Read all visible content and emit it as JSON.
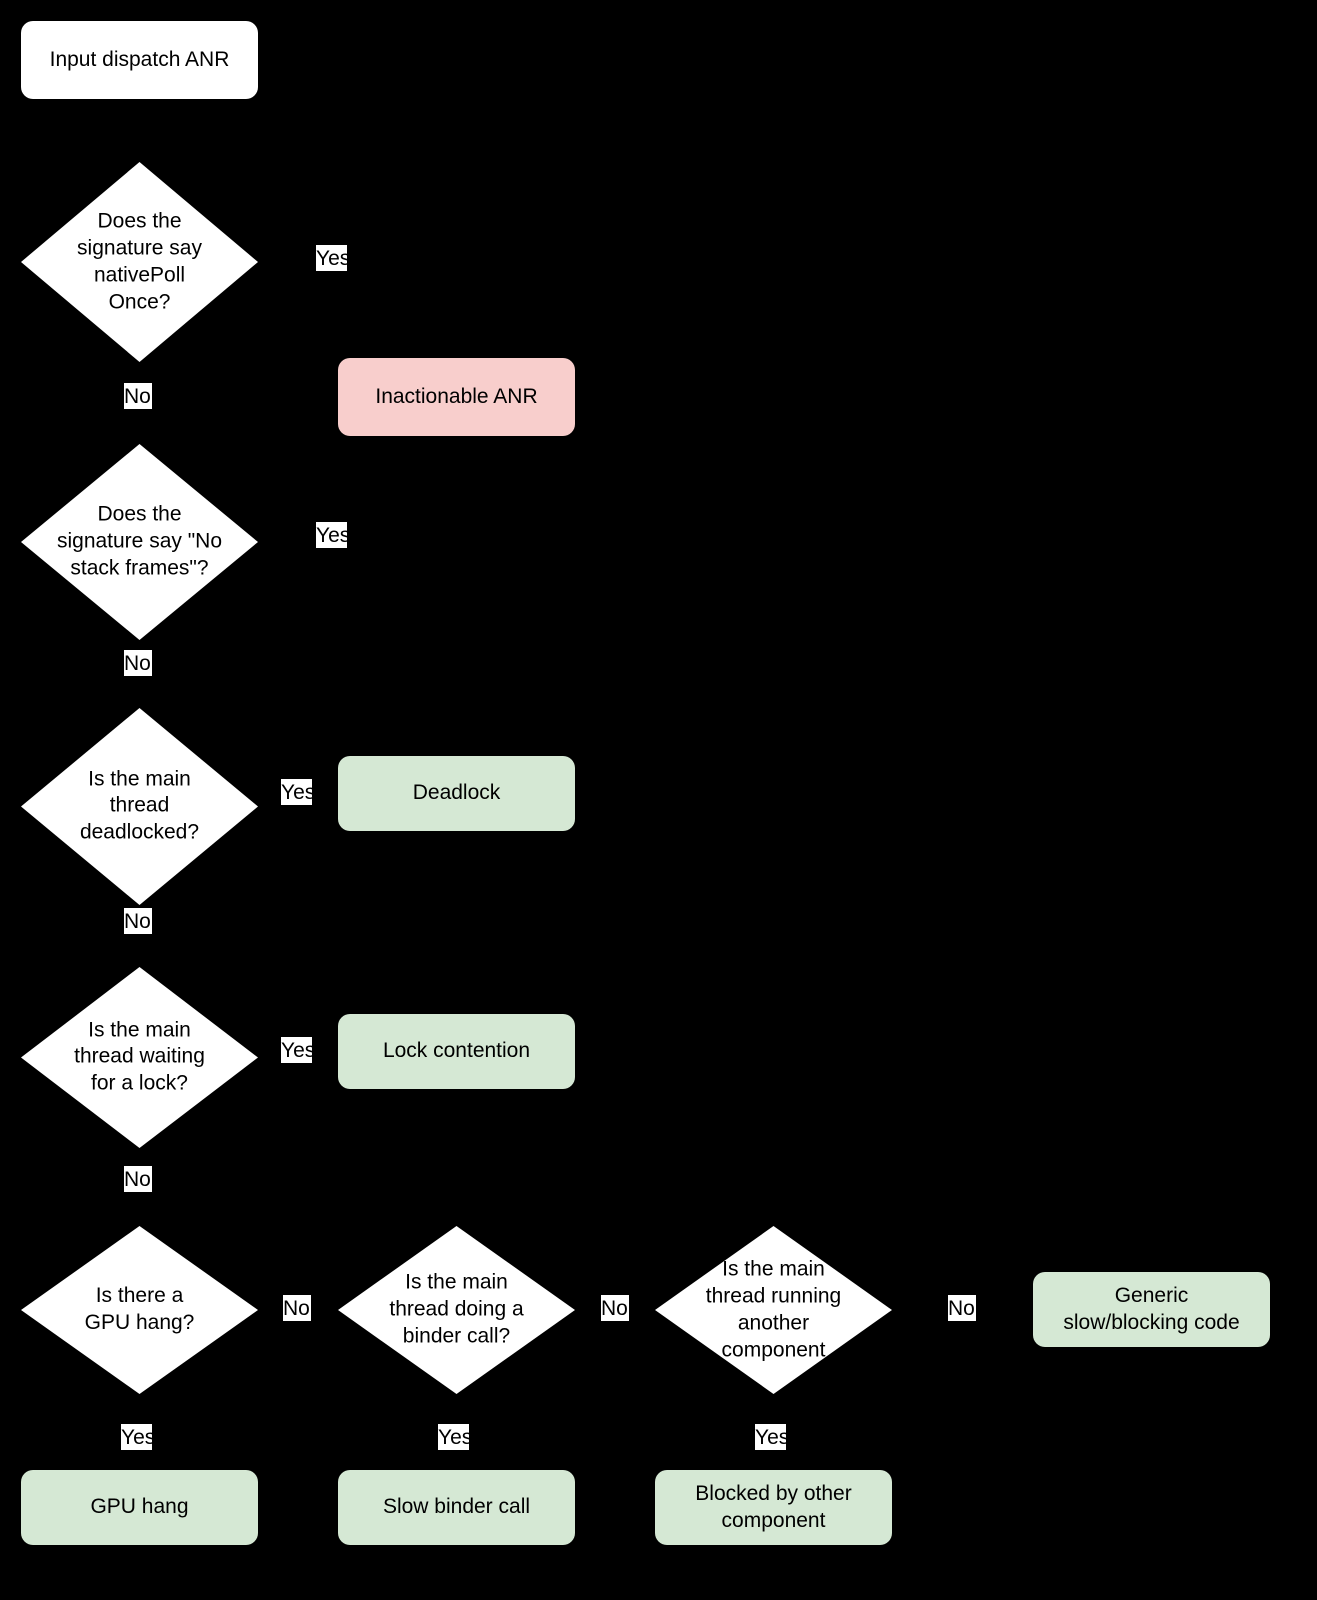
{
  "diagram": {
    "title": "Input dispatch ANR triage flowchart",
    "background_color": "#000000",
    "colors": {
      "start_fill": "#ffffff",
      "decision_fill": "#ffffff",
      "terminal_bad_fill": "#f8cecc",
      "terminal_good_fill": "#d5e8d4",
      "text": "#000000",
      "edge_stroke": "#000000",
      "edge_label_chip": "#ffffff"
    }
  },
  "nodes": {
    "start": {
      "label": "Input dispatch ANR",
      "type": "start"
    },
    "d_nativepoll": {
      "label": "Does the\nsignature say\nnativePoll\nOnce?",
      "type": "decision"
    },
    "d_nostack": {
      "label": "Does the\nsignature say \"No\nstack frames\"?",
      "type": "decision"
    },
    "d_deadlock": {
      "label": "Is the main\nthread\ndeadlocked?",
      "type": "decision"
    },
    "d_lock": {
      "label": "Is the main\nthread waiting\nfor a lock?",
      "type": "decision"
    },
    "d_gpu": {
      "label": "Is there a\nGPU hang?",
      "type": "decision"
    },
    "d_binder": {
      "label": "Is the main\nthread doing a\nbinder call?",
      "type": "decision"
    },
    "d_component": {
      "label": "Is the main\nthread running\nanother\ncomponent",
      "type": "decision"
    },
    "t_inactionable": {
      "label": "Inactionable ANR",
      "type": "terminal-bad"
    },
    "t_deadlock": {
      "label": "Deadlock",
      "type": "terminal-good"
    },
    "t_lock": {
      "label": "Lock contention",
      "type": "terminal-good"
    },
    "t_gpu": {
      "label": "GPU hang",
      "type": "terminal-good"
    },
    "t_binder": {
      "label": "Slow binder call",
      "type": "terminal-good"
    },
    "t_component": {
      "label": "Blocked by other\ncomponent",
      "type": "terminal-good"
    },
    "t_generic": {
      "label": "Generic\nslow/blocking code",
      "type": "terminal-good"
    }
  },
  "edge_labels": {
    "yes": "Yes",
    "no": "No",
    "e1_yes": "Yes",
    "e1_no": "No",
    "e2_yes": "Yes",
    "e2_no": "No",
    "e3_yes": "Yes",
    "e3_no": "No",
    "e4_yes": "Yes",
    "e4_no": "No",
    "e5_yes": "Yes",
    "e5_no": "No",
    "e6_yes": "Yes",
    "e6_no": "No",
    "e7_yes": "Yes",
    "e7_no": "No"
  },
  "edges": [
    {
      "from": "start",
      "to": "d_nativepoll",
      "label": ""
    },
    {
      "from": "d_nativepoll",
      "to": "t_inactionable",
      "label": "Yes"
    },
    {
      "from": "d_nativepoll",
      "to": "d_nostack",
      "label": "No"
    },
    {
      "from": "d_nostack",
      "to": "t_inactionable",
      "label": "Yes"
    },
    {
      "from": "d_nostack",
      "to": "d_deadlock",
      "label": "No"
    },
    {
      "from": "d_deadlock",
      "to": "t_deadlock",
      "label": "Yes"
    },
    {
      "from": "d_deadlock",
      "to": "d_lock",
      "label": "No"
    },
    {
      "from": "d_lock",
      "to": "t_lock",
      "label": "Yes"
    },
    {
      "from": "d_lock",
      "to": "d_gpu",
      "label": "No"
    },
    {
      "from": "d_gpu",
      "to": "t_gpu",
      "label": "Yes"
    },
    {
      "from": "d_gpu",
      "to": "d_binder",
      "label": "No"
    },
    {
      "from": "d_binder",
      "to": "t_binder",
      "label": "Yes"
    },
    {
      "from": "d_binder",
      "to": "d_component",
      "label": "No"
    },
    {
      "from": "d_component",
      "to": "t_component",
      "label": "Yes"
    },
    {
      "from": "d_component",
      "to": "t_generic",
      "label": "No"
    }
  ]
}
